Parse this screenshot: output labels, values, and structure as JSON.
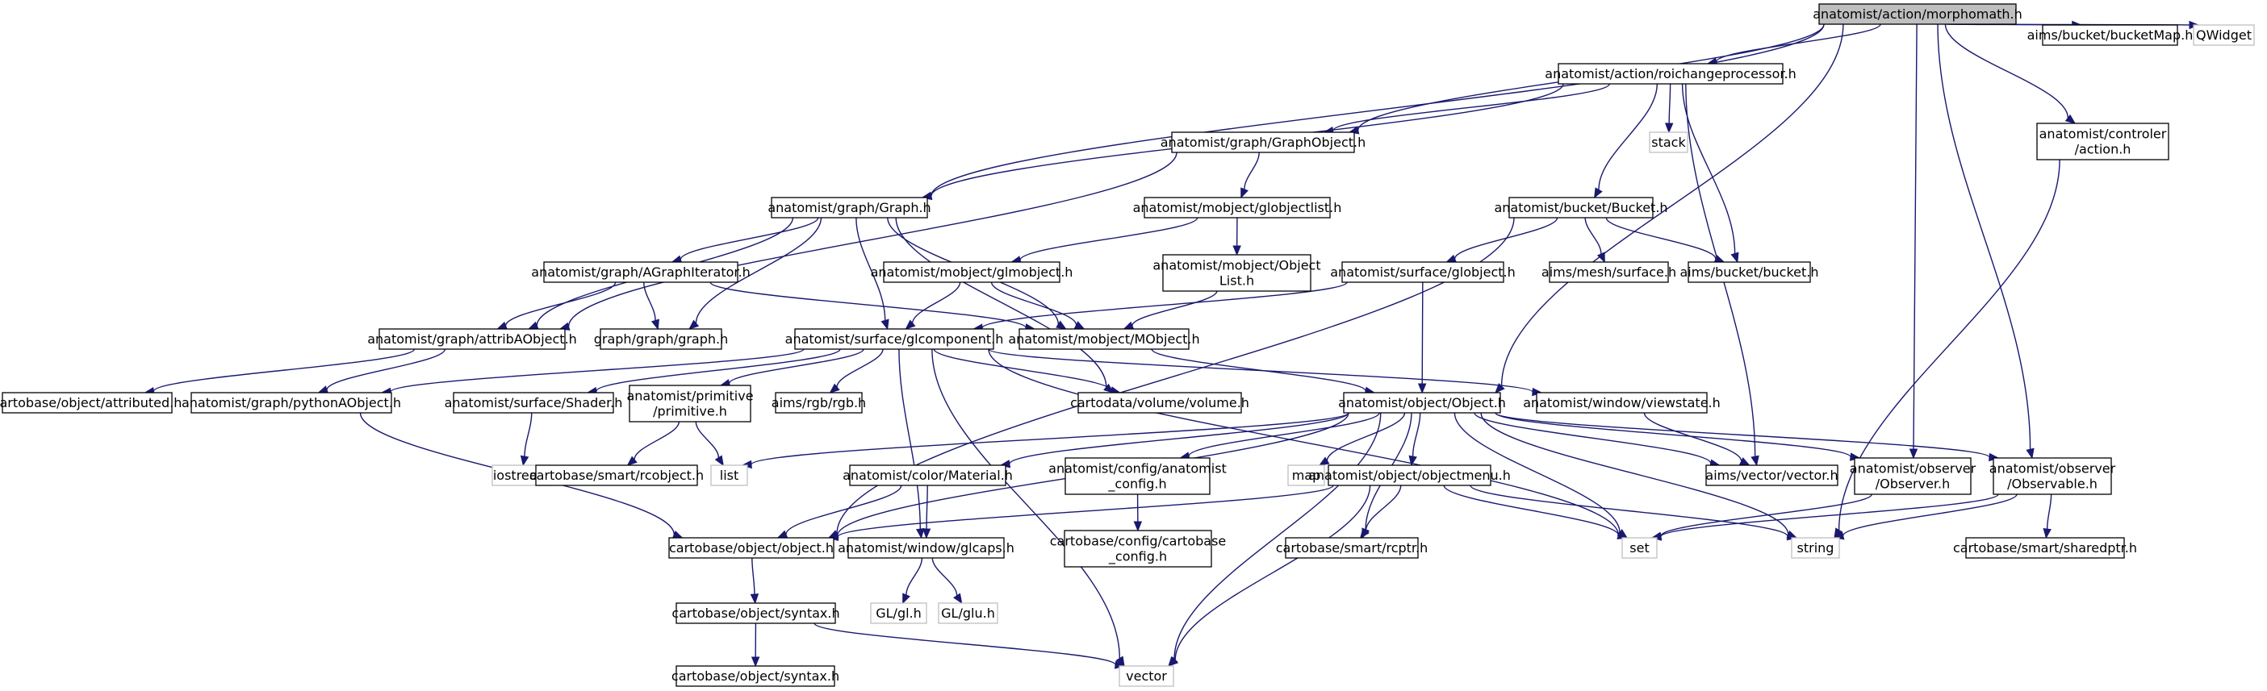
{
  "colors": {
    "edge": "#191970",
    "root_fill": "#bfbfbf",
    "node_border": "#000000",
    "external_border": "#bfbfbf",
    "node_fill": "#ffffff"
  },
  "nodes": [
    {
      "id": "morphomath",
      "lines": [
        "anatomist/action/morphomath.h"
      ],
      "kind": "root"
    },
    {
      "id": "roichange",
      "lines": [
        "anatomist/action/roichangeprocessor.h"
      ],
      "kind": "file"
    },
    {
      "id": "bucketMap",
      "lines": [
        "aims/bucket/bucketMap.h"
      ],
      "kind": "file"
    },
    {
      "id": "qwidget",
      "lines": [
        "QWidget"
      ],
      "kind": "external"
    },
    {
      "id": "graphobject",
      "lines": [
        "anatomist/graph/GraphObject.h"
      ],
      "kind": "file"
    },
    {
      "id": "stack",
      "lines": [
        "stack"
      ],
      "kind": "external"
    },
    {
      "id": "controler_action",
      "lines": [
        "anatomist/controler",
        "/action.h"
      ],
      "kind": "file"
    },
    {
      "id": "graph_h",
      "lines": [
        "anatomist/graph/Graph.h"
      ],
      "kind": "file"
    },
    {
      "id": "globjectlist",
      "lines": [
        "anatomist/mobject/globjectlist.h"
      ],
      "kind": "file"
    },
    {
      "id": "bucket_h",
      "lines": [
        "anatomist/bucket/Bucket.h"
      ],
      "kind": "file"
    },
    {
      "id": "agraphiterator",
      "lines": [
        "anatomist/graph/AGraphIterator.h"
      ],
      "kind": "file"
    },
    {
      "id": "glmobject",
      "lines": [
        "anatomist/mobject/glmobject.h"
      ],
      "kind": "file"
    },
    {
      "id": "objectlist",
      "lines": [
        "anatomist/mobject/Object",
        "List.h"
      ],
      "kind": "file"
    },
    {
      "id": "surf_globject",
      "lines": [
        "anatomist/surface/globject.h"
      ],
      "kind": "file"
    },
    {
      "id": "mesh_surface",
      "lines": [
        "aims/mesh/surface.h"
      ],
      "kind": "file"
    },
    {
      "id": "aims_bucket",
      "lines": [
        "aims/bucket/bucket.h"
      ],
      "kind": "file"
    },
    {
      "id": "attribaobject",
      "lines": [
        "anatomist/graph/attribAObject.h"
      ],
      "kind": "file"
    },
    {
      "id": "graph_graph",
      "lines": [
        "graph/graph/graph.h"
      ],
      "kind": "file"
    },
    {
      "id": "glcomponent",
      "lines": [
        "anatomist/surface/glcomponent.h"
      ],
      "kind": "file"
    },
    {
      "id": "mobject",
      "lines": [
        "anatomist/mobject/MObject.h"
      ],
      "kind": "file"
    },
    {
      "id": "attributed",
      "lines": [
        "cartobase/object/attributed.h"
      ],
      "kind": "file"
    },
    {
      "id": "pythonaobject",
      "lines": [
        "anatomist/graph/pythonAObject.h"
      ],
      "kind": "file"
    },
    {
      "id": "shader",
      "lines": [
        "anatomist/surface/Shader.h"
      ],
      "kind": "file"
    },
    {
      "id": "primitive",
      "lines": [
        "anatomist/primitive",
        "/primitive.h"
      ],
      "kind": "file"
    },
    {
      "id": "rgb",
      "lines": [
        "aims/rgb/rgb.h"
      ],
      "kind": "file"
    },
    {
      "id": "volume",
      "lines": [
        "cartodata/volume/volume.h"
      ],
      "kind": "file"
    },
    {
      "id": "object_h",
      "lines": [
        "anatomist/object/Object.h"
      ],
      "kind": "file"
    },
    {
      "id": "viewstate",
      "lines": [
        "anatomist/window/viewstate.h"
      ],
      "kind": "file"
    },
    {
      "id": "iostream",
      "lines": [
        "iostream"
      ],
      "kind": "external"
    },
    {
      "id": "rcobject",
      "lines": [
        "cartobase/smart/rcobject.h"
      ],
      "kind": "file"
    },
    {
      "id": "list",
      "lines": [
        "list"
      ],
      "kind": "external"
    },
    {
      "id": "material",
      "lines": [
        "anatomist/color/Material.h"
      ],
      "kind": "file"
    },
    {
      "id": "anatomist_config",
      "lines": [
        "anatomist/config/anatomist",
        "_config.h"
      ],
      "kind": "file"
    },
    {
      "id": "map",
      "lines": [
        "map"
      ],
      "kind": "external"
    },
    {
      "id": "aims_vector",
      "lines": [
        "aims/vector/vector.h"
      ],
      "kind": "file"
    },
    {
      "id": "observer",
      "lines": [
        "anatomist/observer",
        "/Observer.h"
      ],
      "kind": "file"
    },
    {
      "id": "observable",
      "lines": [
        "anatomist/observer",
        "/Observable.h"
      ],
      "kind": "file"
    },
    {
      "id": "objectmenu",
      "lines": [
        "anatomist/object/objectmenu.h"
      ],
      "kind": "file"
    },
    {
      "id": "cartobase_config",
      "lines": [
        "cartobase/config/cartobase",
        "_config.h"
      ],
      "kind": "file"
    },
    {
      "id": "object_object",
      "lines": [
        "cartobase/object/object.h"
      ],
      "kind": "file"
    },
    {
      "id": "glcaps",
      "lines": [
        "anatomist/window/glcaps.h"
      ],
      "kind": "file"
    },
    {
      "id": "rcptr",
      "lines": [
        "cartobase/smart/rcptr.h"
      ],
      "kind": "file"
    },
    {
      "id": "set",
      "lines": [
        "set"
      ],
      "kind": "external"
    },
    {
      "id": "string",
      "lines": [
        "string"
      ],
      "kind": "external"
    },
    {
      "id": "sharedptr",
      "lines": [
        "cartobase/smart/sharedptr.h"
      ],
      "kind": "file"
    },
    {
      "id": "gl_h",
      "lines": [
        "GL/gl.h"
      ],
      "kind": "external"
    },
    {
      "id": "glu_h",
      "lines": [
        "GL/glu.h"
      ],
      "kind": "external"
    },
    {
      "id": "syntax1",
      "lines": [
        "cartobase/object/syntax.h"
      ],
      "kind": "file"
    },
    {
      "id": "vector",
      "lines": [
        "vector"
      ],
      "kind": "external"
    },
    {
      "id": "syntax2",
      "lines": [
        "cartobase/object/syntax.h"
      ],
      "kind": "file"
    }
  ],
  "edges": [
    [
      "morphomath",
      "roichange"
    ],
    [
      "morphomath",
      "bucketMap"
    ],
    [
      "morphomath",
      "qwidget"
    ],
    [
      "morphomath",
      "graphobject"
    ],
    [
      "morphomath",
      "controler_action"
    ],
    [
      "morphomath",
      "graph_h"
    ],
    [
      "morphomath",
      "object_h"
    ],
    [
      "morphomath",
      "observer"
    ],
    [
      "morphomath",
      "observable"
    ],
    [
      "roichange",
      "graphobject"
    ],
    [
      "roichange",
      "stack"
    ],
    [
      "roichange",
      "graph_h"
    ],
    [
      "roichange",
      "bucket_h"
    ],
    [
      "roichange",
      "aims_bucket"
    ],
    [
      "roichange",
      "aims_vector"
    ],
    [
      "graphobject",
      "globjectlist"
    ],
    [
      "graphobject",
      "attribaobject"
    ],
    [
      "controler_action",
      "string"
    ],
    [
      "graph_h",
      "agraphiterator"
    ],
    [
      "graph_h",
      "attribaobject"
    ],
    [
      "graph_h",
      "graph_graph"
    ],
    [
      "graph_h",
      "glcomponent"
    ],
    [
      "graph_h",
      "mobject"
    ],
    [
      "graph_h",
      "volume"
    ],
    [
      "globjectlist",
      "glmobject"
    ],
    [
      "globjectlist",
      "objectlist"
    ],
    [
      "bucket_h",
      "surf_globject"
    ],
    [
      "bucket_h",
      "mesh_surface"
    ],
    [
      "bucket_h",
      "aims_bucket"
    ],
    [
      "bucket_h",
      "object_object"
    ],
    [
      "agraphiterator",
      "attribaobject"
    ],
    [
      "agraphiterator",
      "graph_graph"
    ],
    [
      "agraphiterator",
      "mobject"
    ],
    [
      "glmobject",
      "glcomponent"
    ],
    [
      "glmobject",
      "mobject"
    ],
    [
      "objectlist",
      "mobject"
    ],
    [
      "surf_globject",
      "glcomponent"
    ],
    [
      "surf_globject",
      "object_h"
    ],
    [
      "attribaobject",
      "attributed"
    ],
    [
      "attribaobject",
      "pythonaobject"
    ],
    [
      "glcomponent",
      "pythonaobject"
    ],
    [
      "glcomponent",
      "shader"
    ],
    [
      "glcomponent",
      "primitive"
    ],
    [
      "glcomponent",
      "rgb"
    ],
    [
      "glcomponent",
      "volume"
    ],
    [
      "glcomponent",
      "viewstate"
    ],
    [
      "glcomponent",
      "glcaps"
    ],
    [
      "glcomponent",
      "set"
    ],
    [
      "glcomponent",
      "vector"
    ],
    [
      "mobject",
      "object_h"
    ],
    [
      "pythonaobject",
      "object_object"
    ],
    [
      "shader",
      "iostream"
    ],
    [
      "primitive",
      "rcobject"
    ],
    [
      "primitive",
      "list"
    ],
    [
      "object_h",
      "list"
    ],
    [
      "object_h",
      "material"
    ],
    [
      "object_h",
      "anatomist_config"
    ],
    [
      "object_h",
      "map"
    ],
    [
      "object_h",
      "aims_vector"
    ],
    [
      "object_h",
      "observer"
    ],
    [
      "object_h",
      "observable"
    ],
    [
      "object_h",
      "objectmenu"
    ],
    [
      "object_h",
      "object_object"
    ],
    [
      "object_h",
      "rcptr"
    ],
    [
      "object_h",
      "set"
    ],
    [
      "object_h",
      "string"
    ],
    [
      "object_h",
      "vector"
    ],
    [
      "viewstate",
      "aims_vector"
    ],
    [
      "material",
      "object_object"
    ],
    [
      "material",
      "glcaps"
    ],
    [
      "anatomist_config",
      "cartobase_config"
    ],
    [
      "observer",
      "set"
    ],
    [
      "observable",
      "set"
    ],
    [
      "observable",
      "string"
    ],
    [
      "observable",
      "sharedptr"
    ],
    [
      "objectmenu",
      "object_object"
    ],
    [
      "objectmenu",
      "rcptr"
    ],
    [
      "objectmenu",
      "set"
    ],
    [
      "objectmenu",
      "string"
    ],
    [
      "objectmenu",
      "vector"
    ],
    [
      "object_object",
      "syntax1"
    ],
    [
      "glcaps",
      "gl_h"
    ],
    [
      "glcaps",
      "glu_h"
    ],
    [
      "syntax1",
      "syntax2"
    ],
    [
      "syntax1",
      "vector"
    ]
  ]
}
